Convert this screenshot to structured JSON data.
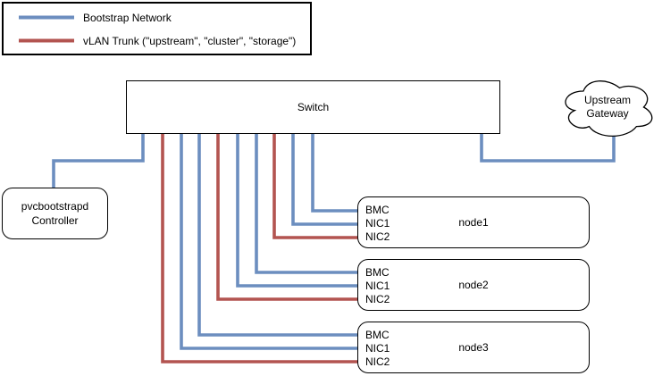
{
  "colors": {
    "bootstrap_network": "#6c8ebf",
    "vlan_trunk": "#b35450",
    "shape_border": "#000000",
    "background": "#ffffff"
  },
  "legend": {
    "items": [
      {
        "label": "Bootstrap Network",
        "line": "blue-solid"
      },
      {
        "label": "vLAN Trunk (\"upstream\", \"cluster\", \"storage\")",
        "line": "red-solid"
      }
    ]
  },
  "diagram": {
    "switch": {
      "label": "Switch"
    },
    "upstream_gateway": {
      "label": "Upstream\nGateway"
    },
    "controller": {
      "label": "pvcbootstrapd\nController"
    },
    "nodes": [
      {
        "name": "node1",
        "ports": [
          "BMC",
          "NIC1",
          "NIC2"
        ]
      },
      {
        "name": "node2",
        "ports": [
          "BMC",
          "NIC1",
          "NIC2"
        ]
      },
      {
        "name": "node3",
        "ports": [
          "BMC",
          "NIC1",
          "NIC2"
        ]
      }
    ]
  }
}
